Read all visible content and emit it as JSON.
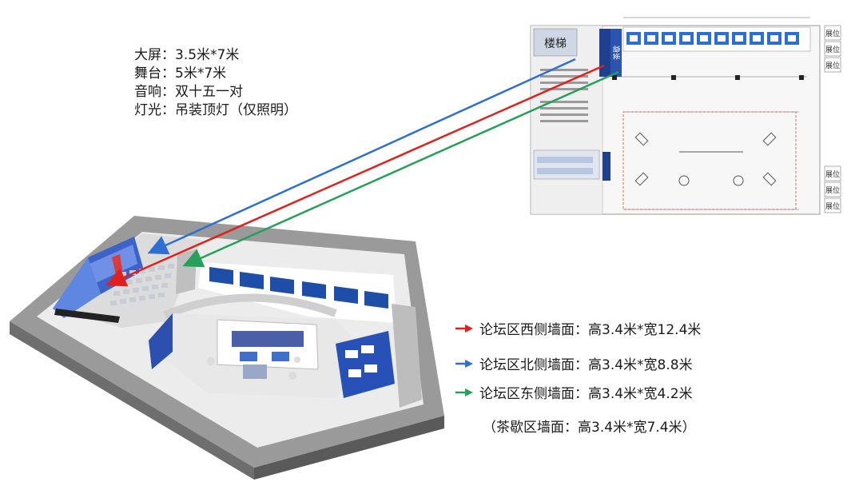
{
  "specs": {
    "screen": "大屏：3.5米*7米",
    "stage": "舞台：5米*7米",
    "audio": "音响：双十五一对",
    "lighting": "灯光：吊装顶灯（仅照明）"
  },
  "walls": [
    {
      "label": "论坛区西侧墙面：高3.4米*宽12.4米",
      "color": "#e0201c"
    },
    {
      "label": "论坛区北侧墙面：高3.4米*宽8.8米",
      "color": "#2f6fd1"
    },
    {
      "label": "论坛区东侧墙面：高3.4米*宽4.2米",
      "color": "#26a05a"
    }
  ],
  "tea_note": "（茶歇区墙面：高3.4米*宽7.4米）",
  "plan": {
    "stair_label": "楼梯",
    "tea_label": "茶歇",
    "side_labels": [
      "展位",
      "展位",
      "展位",
      "展位",
      "展位",
      "展位"
    ]
  },
  "colors": {
    "navy": "#1f3f8f",
    "floor": "#f4f4f4",
    "wall_gray": "#8c8c8c"
  }
}
